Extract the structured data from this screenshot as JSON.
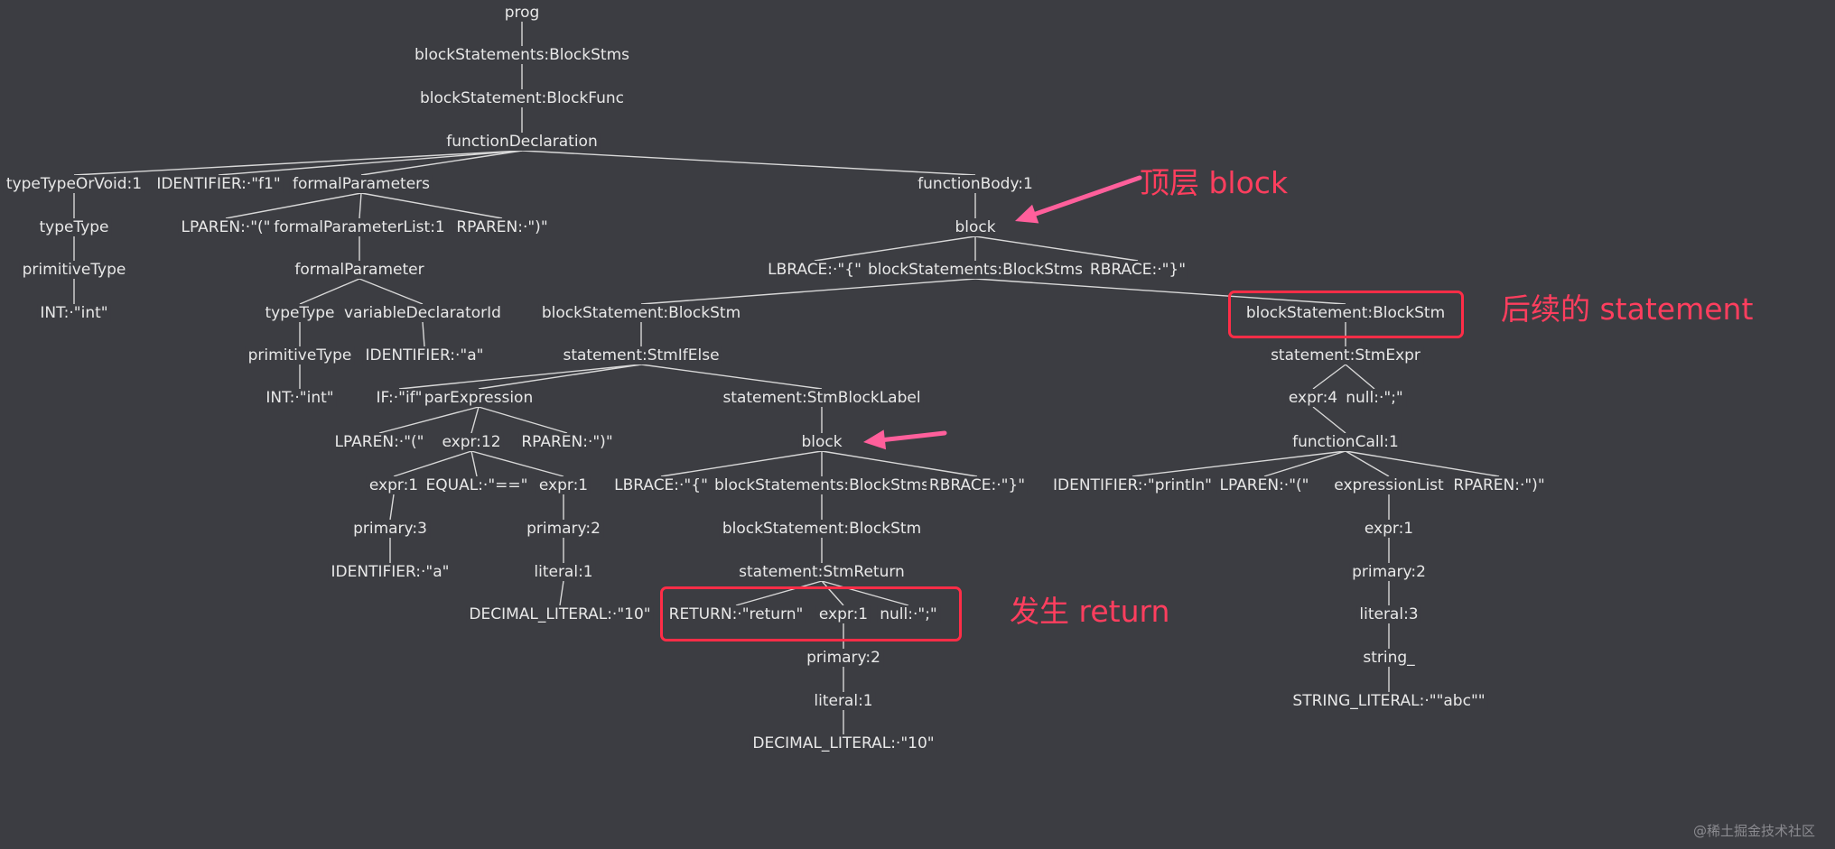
{
  "colors": {
    "background": "#3c3d42",
    "node_text": "#e8e8e8",
    "edge": "#d8d8d8",
    "annotation": "#ff3e5e",
    "highlight_box": "#ff2d47",
    "arrow": "#ff5f9b"
  },
  "tree": {
    "nodes": [
      {
        "id": "prog",
        "label": "prog",
        "parent": null
      },
      {
        "id": "bss1",
        "label": "blockStatements:BlockStms",
        "parent": "prog"
      },
      {
        "id": "bsf",
        "label": "blockStatement:BlockFunc",
        "parent": "bss1"
      },
      {
        "id": "fd",
        "label": "functionDeclaration",
        "parent": "bsf"
      },
      {
        "id": "tt1",
        "label": "typeTypeOrVoid:1",
        "parent": "fd"
      },
      {
        "id": "id_f1",
        "label": "IDENTIFIER:·\"f1\"",
        "parent": "fd"
      },
      {
        "id": "fp",
        "label": "formalParameters",
        "parent": "fd"
      },
      {
        "id": "fb",
        "label": "functionBody:1",
        "parent": "fd"
      },
      {
        "id": "tt2",
        "label": "typeType",
        "parent": "tt1"
      },
      {
        "id": "pt1",
        "label": "primitiveType",
        "parent": "tt2"
      },
      {
        "id": "int1",
        "label": "INT:·\"int\"",
        "parent": "pt1"
      },
      {
        "id": "lp1",
        "label": "LPAREN:·\"(\"",
        "parent": "fp"
      },
      {
        "id": "fpl",
        "label": "formalParameterList:1",
        "parent": "fp"
      },
      {
        "id": "rp1",
        "label": "RPAREN:·\")\"",
        "parent": "fp"
      },
      {
        "id": "fpar",
        "label": "formalParameter",
        "parent": "fpl"
      },
      {
        "id": "tt3",
        "label": "typeType",
        "parent": "fpar"
      },
      {
        "id": "vdi",
        "label": "variableDeclaratorId",
        "parent": "fpar"
      },
      {
        "id": "pt2",
        "label": "primitiveType",
        "parent": "tt3"
      },
      {
        "id": "int2",
        "label": "INT:·\"int\"",
        "parent": "pt2"
      },
      {
        "id": "id_a1",
        "label": "IDENTIFIER:·\"a\"",
        "parent": "vdi"
      },
      {
        "id": "blk1",
        "label": "block",
        "parent": "fb"
      },
      {
        "id": "lb1",
        "label": "LBRACE:·\"{\"",
        "parent": "blk1"
      },
      {
        "id": "bss2",
        "label": "blockStatements:BlockStms",
        "parent": "blk1"
      },
      {
        "id": "rb1",
        "label": "RBRACE:·\"}\"",
        "parent": "blk1"
      },
      {
        "id": "bs1",
        "label": "blockStatement:BlockStm",
        "parent": "bss2"
      },
      {
        "id": "bs2",
        "label": "blockStatement:BlockStm",
        "parent": "bss2"
      },
      {
        "id": "sie",
        "label": "statement:StmIfElse",
        "parent": "bs1"
      },
      {
        "id": "if",
        "label": "IF:·\"if\"",
        "parent": "sie"
      },
      {
        "id": "pe",
        "label": "parExpression",
        "parent": "sie"
      },
      {
        "id": "sbl",
        "label": "statement:StmBlockLabel",
        "parent": "sie"
      },
      {
        "id": "lp2",
        "label": "LPAREN:·\"(\"",
        "parent": "pe"
      },
      {
        "id": "e12",
        "label": "expr:12",
        "parent": "pe"
      },
      {
        "id": "rp2",
        "label": "RPAREN:·\")\"",
        "parent": "pe"
      },
      {
        "id": "e1a",
        "label": "expr:1",
        "parent": "e12"
      },
      {
        "id": "eq",
        "label": "EQUAL:·\"==\"",
        "parent": "e12"
      },
      {
        "id": "e1b",
        "label": "expr:1",
        "parent": "e12"
      },
      {
        "id": "p3",
        "label": "primary:3",
        "parent": "e1a"
      },
      {
        "id": "id_a2",
        "label": "IDENTIFIER:·\"a\"",
        "parent": "p3"
      },
      {
        "id": "p2a",
        "label": "primary:2",
        "parent": "e1b"
      },
      {
        "id": "lit1a",
        "label": "literal:1",
        "parent": "p2a"
      },
      {
        "id": "dl1",
        "label": "DECIMAL_LITERAL:·\"10\"",
        "parent": "lit1a"
      },
      {
        "id": "blk2",
        "label": "block",
        "parent": "sbl"
      },
      {
        "id": "lb2",
        "label": "LBRACE:·\"{\"",
        "parent": "blk2"
      },
      {
        "id": "bss3",
        "label": "blockStatements:BlockStms",
        "parent": "blk2"
      },
      {
        "id": "rb2",
        "label": "RBRACE:·\"}\"",
        "parent": "blk2"
      },
      {
        "id": "bs3",
        "label": "blockStatement:BlockStm",
        "parent": "bss3"
      },
      {
        "id": "sret",
        "label": "statement:StmReturn",
        "parent": "bs3"
      },
      {
        "id": "ret",
        "label": "RETURN:·\"return\"",
        "parent": "sret"
      },
      {
        "id": "e1c",
        "label": "expr:1",
        "parent": "sret"
      },
      {
        "id": "nul1",
        "label": "null:·\";\"",
        "parent": "sret"
      },
      {
        "id": "p2b",
        "label": "primary:2",
        "parent": "e1c"
      },
      {
        "id": "lit1b",
        "label": "literal:1",
        "parent": "p2b"
      },
      {
        "id": "dl2",
        "label": "DECIMAL_LITERAL:·\"10\"",
        "parent": "lit1b"
      },
      {
        "id": "sexp",
        "label": "statement:StmExpr",
        "parent": "bs2"
      },
      {
        "id": "e4",
        "label": "expr:4",
        "parent": "sexp"
      },
      {
        "id": "nul2",
        "label": "null:·\";\"",
        "parent": "sexp"
      },
      {
        "id": "fc",
        "label": "functionCall:1",
        "parent": "e4"
      },
      {
        "id": "id_p",
        "label": "IDENTIFIER:·\"println\"",
        "parent": "fc"
      },
      {
        "id": "lp3",
        "label": "LPAREN:·\"(\"",
        "parent": "fc"
      },
      {
        "id": "el",
        "label": "expressionList",
        "parent": "fc"
      },
      {
        "id": "rp3",
        "label": "RPAREN:·\")\"",
        "parent": "fc"
      },
      {
        "id": "e1d",
        "label": "expr:1",
        "parent": "el"
      },
      {
        "id": "p2c",
        "label": "primary:2",
        "parent": "e1d"
      },
      {
        "id": "lit3",
        "label": "literal:3",
        "parent": "p2c"
      },
      {
        "id": "str",
        "label": "string_",
        "parent": "lit3"
      },
      {
        "id": "sl",
        "label": "STRING_LITERAL:·\"\"abc\"\"",
        "parent": "str"
      }
    ]
  },
  "annotations": {
    "top_block": "顶层 block",
    "next_statement": "后续的 statement",
    "return_happens": "发生 return"
  },
  "watermark": "@稀土掘金技术社区"
}
